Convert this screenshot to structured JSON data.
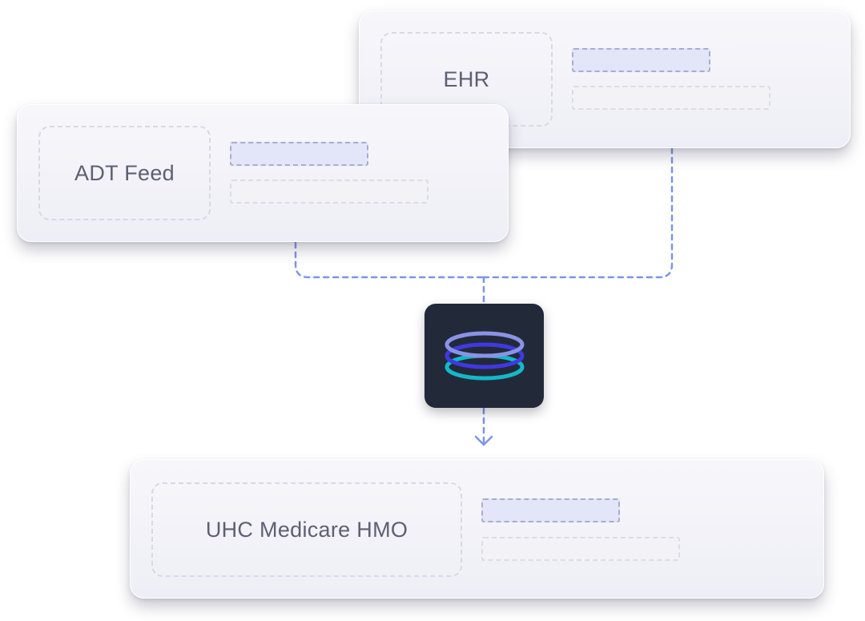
{
  "sources": [
    {
      "id": "ehr",
      "label": "EHR"
    },
    {
      "id": "adt",
      "label": "ADT Feed"
    }
  ],
  "hub": {
    "icon": "stacked-rings-logo-icon"
  },
  "destination": {
    "label": "UHC Medicare HMO"
  },
  "colors": {
    "connector": "#7e94e8",
    "hub_background": "#222a3a",
    "ring_top": "#8a93e6",
    "ring_middle": "#3f39e0",
    "ring_bottom": "#14b8c8",
    "label_text": "#5d6072"
  }
}
